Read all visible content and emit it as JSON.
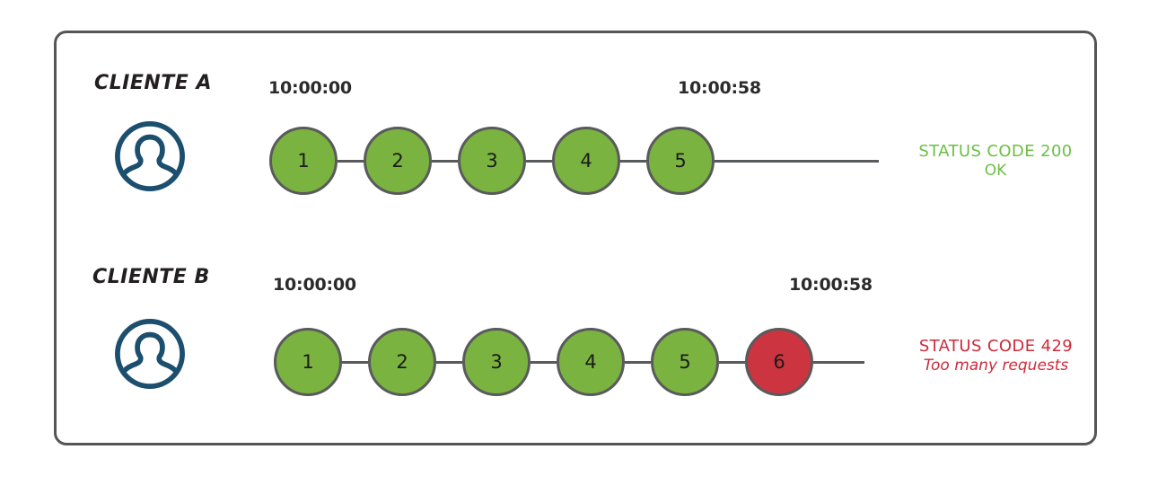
{
  "diagram": {
    "title": "rate-limiting-client-request-timeline",
    "background_color": "#ffffff",
    "frame_color": "#555557",
    "colors": {
      "green": "#7ab33f",
      "red": "#cc3440",
      "node_border": "#595a5c",
      "avatar": "#1c4e6e",
      "status_ok_text": "#6cbe45",
      "status_error_text": "#cc2b3b",
      "label_text": "#231f20"
    }
  },
  "rows": [
    {
      "id": "client-a",
      "label": "CLIENTE A",
      "avatar_icon": "user-avatar-icon",
      "start_time": "10:00:00",
      "end_time": "10:00:58",
      "requests": [
        {
          "number": "1",
          "state": "green"
        },
        {
          "number": "2",
          "state": "green"
        },
        {
          "number": "3",
          "state": "green"
        },
        {
          "number": "4",
          "state": "green"
        },
        {
          "number": "5",
          "state": "green"
        }
      ],
      "status": {
        "kind": "ok",
        "line1": "STATUS CODE 200",
        "line2": "OK"
      }
    },
    {
      "id": "client-b",
      "label": "CLIENTE B",
      "avatar_icon": "user-avatar-icon",
      "start_time": "10:00:00",
      "end_time": "10:00:58",
      "requests": [
        {
          "number": "1",
          "state": "green"
        },
        {
          "number": "2",
          "state": "green"
        },
        {
          "number": "3",
          "state": "green"
        },
        {
          "number": "4",
          "state": "green"
        },
        {
          "number": "5",
          "state": "green"
        },
        {
          "number": "6",
          "state": "red"
        }
      ],
      "status": {
        "kind": "error",
        "line1": "STATUS CODE 429",
        "line2": "Too many requests"
      }
    }
  ]
}
